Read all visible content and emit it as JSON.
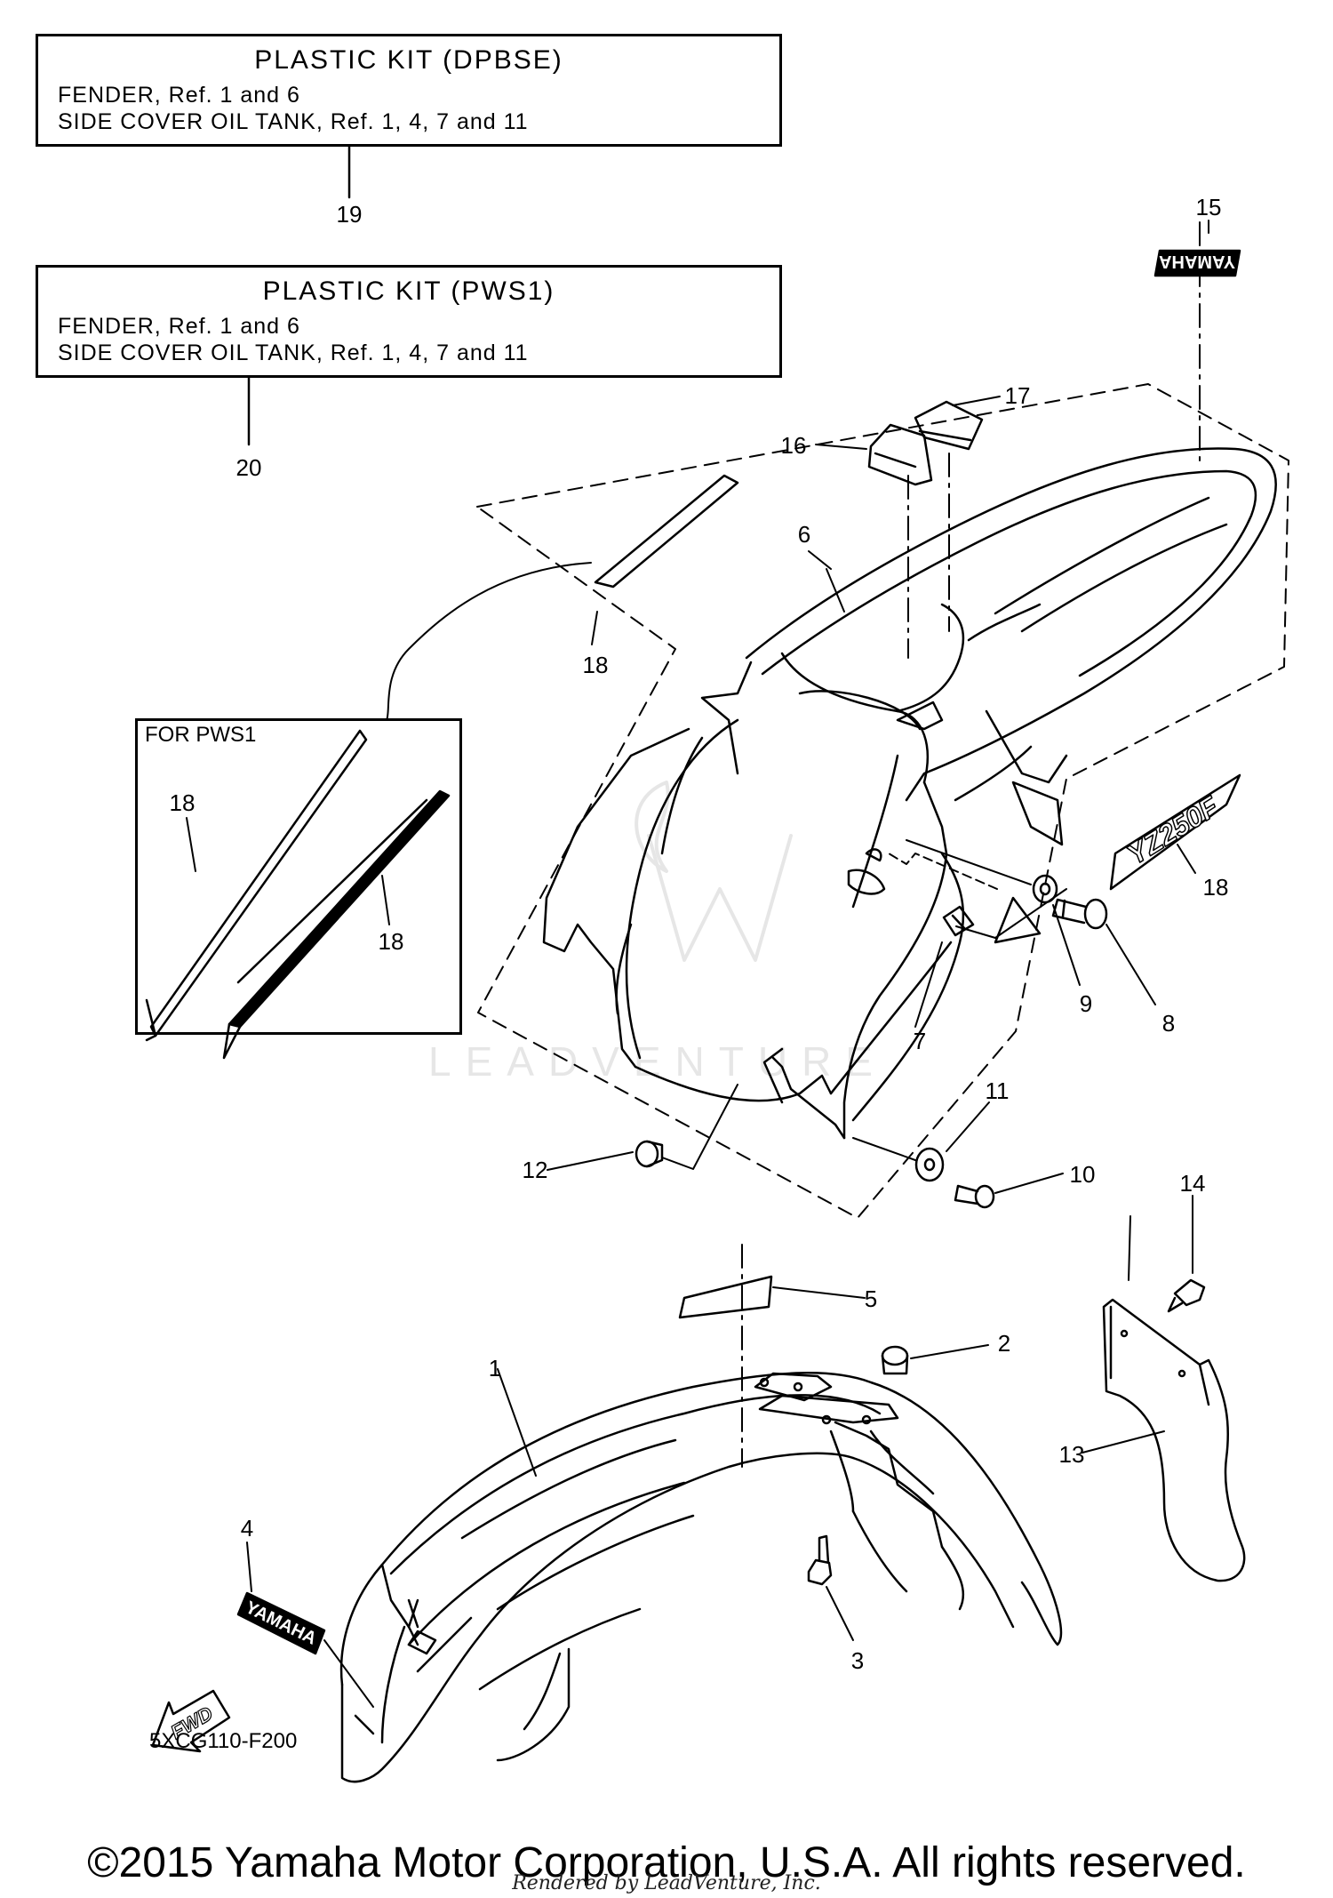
{
  "kits": [
    {
      "title": "PLASTIC KIT (DPBSE)",
      "lines": [
        "FENDER, Ref. 1 and 6",
        "SIDE COVER OIL TANK, Ref. 1, 4, 7 and 11"
      ],
      "ref": "19"
    },
    {
      "title": "PLASTIC KIT (PWS1)",
      "lines": [
        "FENDER, Ref. 1 and 6",
        "SIDE COVER OIL TANK, Ref. 1, 4, 7 and 11"
      ],
      "ref": "20"
    }
  ],
  "inset": {
    "title": "FOR PWS1"
  },
  "callouts": {
    "c1": "1",
    "c2": "2",
    "c3": "3",
    "c4": "4",
    "c5": "5",
    "c6": "6",
    "c7": "7",
    "c8": "8",
    "c9": "9",
    "c10": "10",
    "c11": "11",
    "c12": "12",
    "c13": "13",
    "c14": "14",
    "c15": "15",
    "c16": "16",
    "c17": "17",
    "c18a": "18",
    "c18b": "18",
    "c18c": "18",
    "c18d": "18"
  },
  "decals": {
    "yamaha": "YAMAHA",
    "fwd": "FWD",
    "model": "YZ250F"
  },
  "watermark": "LEADVENTURE",
  "part_code": "5XCG110-F200",
  "copyright": "©2015 Yamaha Motor Corporation, U.S.A. All rights reserved.",
  "rendered_by": "Rendered by LeadVenture, Inc."
}
